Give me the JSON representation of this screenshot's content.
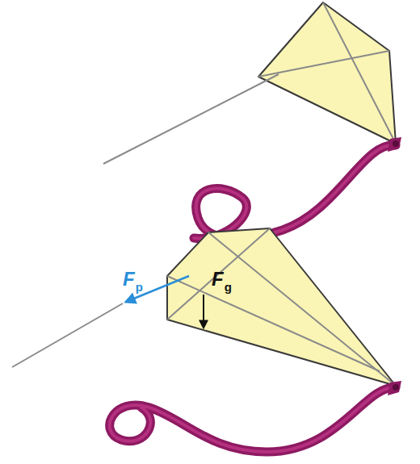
{
  "diagram": {
    "labels": [
      "F",
      "p",
      "F",
      "g"
    ]
  }
}
